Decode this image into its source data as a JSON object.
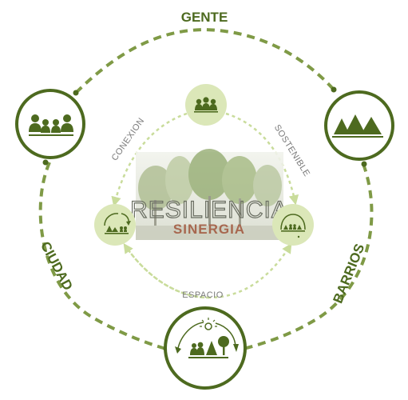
{
  "outer_labels": {
    "top": "GENTE",
    "left": "CIUDAD",
    "right": "BARRIOS"
  },
  "inner_labels": {
    "upper_left": "CONEXION",
    "upper_right": "SOSTENIBLE",
    "bottom": "ESPACIO"
  },
  "center": {
    "title": "RESILIENCIA",
    "subtitle": "SINERGIA"
  },
  "colors": {
    "dark_green": "#4d6a1f",
    "dashed_green": "#7f9a46",
    "light_circle": "#dbe7b8",
    "light_dash": "#c9dc9b",
    "subtitle": "#a7674f"
  },
  "icons": {
    "outer_left": "people-group-icon",
    "outer_right": "mountains-icon",
    "outer_bottom": "people-trees-sun-icon",
    "inner_top": "people-group-icon",
    "inner_left": "neighborhood-cycle-icon",
    "inner_right": "dome-community-icon"
  }
}
